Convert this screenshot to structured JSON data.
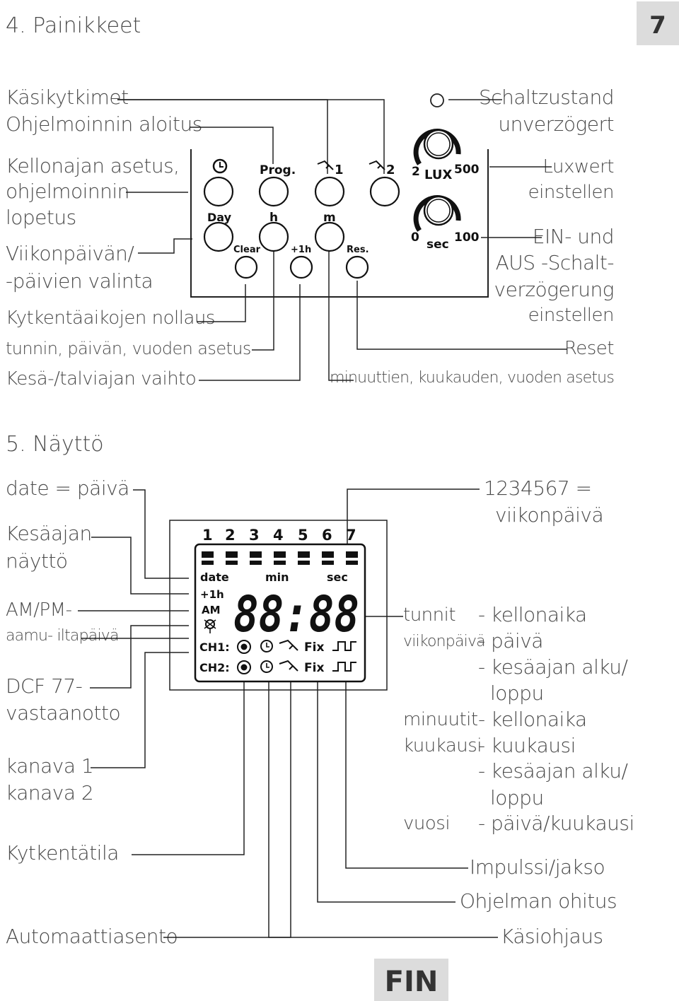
{
  "header": {
    "section4": "4. Painikkeet",
    "page_number": "7"
  },
  "buttons_left": [
    "Käsikytkimet",
    "Ohjelmoinnin aloitus",
    "Kellonajan asetus,",
    "ohjelmoinnin",
    "lopetus",
    "Viikonpäivän/",
    "-päivien valinta",
    "Kytkentäaikojen nollaus",
    "tunnin, päivän, vuoden asetus",
    "Kesä-/talviajan vaihto"
  ],
  "buttons_right": [
    "Schaltzustand",
    "unverzögert",
    "Luxwert",
    "einstellen",
    "EIN- und",
    "AUS -Schalt-",
    "verzögerung",
    "einstellen",
    "Reset",
    "minuuttien, kuukauden, vuoden asetus"
  ],
  "device": {
    "clock_icon": "clock-icon",
    "prog": "Prog.",
    "manual1": "1",
    "manual2": "2",
    "day": "Day",
    "h": "h",
    "m": "m",
    "clear": "Clear",
    "plus1h": "+1h",
    "res": "Res.",
    "lux_min": "2",
    "lux": "LUX",
    "lux_max": "500",
    "sec_min": "0",
    "sec": "sec",
    "sec_max": "100"
  },
  "section5": "5. Näyttö",
  "display_left": [
    "date = päivä",
    "Kesäajan",
    "näyttö",
    "AM/PM-",
    "aamu- iltapäivä",
    "DCF 77-",
    "vastaanotto",
    "kanava 1",
    "kanava 2",
    "Kytkentätila",
    "Automaattiasento"
  ],
  "display_right": {
    "weekday_title": "1234567 =",
    "weekday_sub": "viikonpäivä",
    "rows": [
      {
        "term": "tunnit",
        "desc": "- kellonaika"
      },
      {
        "term": "viikonpäivä",
        "desc": "- päivä"
      },
      {
        "term": "",
        "desc": "- kesäajan alku/"
      },
      {
        "term": "",
        "desc": "loppu"
      },
      {
        "term": "minuutit",
        "desc": "- kellonaika"
      },
      {
        "term": "kuukausi",
        "desc": "- kuukausi"
      },
      {
        "term": "",
        "desc": "- kesäajan alku/"
      },
      {
        "term": "",
        "desc": "loppu"
      },
      {
        "term": "vuosi",
        "desc": "- päivä/kuukausi"
      }
    ],
    "impulse": "Impulssi/jakso",
    "skip": "Ohjelman ohitus",
    "manual": "Käsiohjaus"
  },
  "lcd": {
    "days": [
      "1",
      "2",
      "3",
      "4",
      "5",
      "6",
      "7"
    ],
    "date": "date",
    "min": "min",
    "sec": "sec",
    "plus1h": "+1h",
    "am": "AM",
    "digits": "88:88",
    "ch1": "CH1:",
    "ch2": "CH2:",
    "fix": "Fix"
  },
  "footer": {
    "lang": "FIN"
  }
}
